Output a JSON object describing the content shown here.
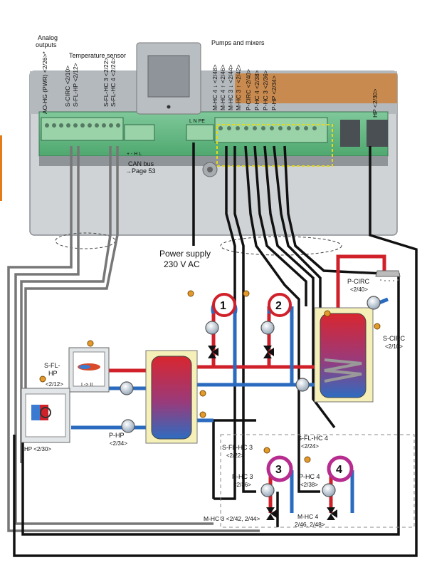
{
  "top_labels": {
    "analog_outputs_line1": "Analog",
    "analog_outputs_line2": "outputs",
    "temperature_sensor": "Temperature sensor",
    "pumps_and_mixers": "Pumps and mixers",
    "can_bus_line1": "CAN bus",
    "can_bus_line2": "→Page 53",
    "power_line1": "Power supply",
    "power_line2": "230 V AC"
  },
  "terminal_strip": {
    "analog": "AO-HG (PWR) <2/26>*",
    "s_circ": "S-CIRC <2/10>",
    "s_fl_hp": "S-FL-HP <2/12>",
    "s_fl_hc3": "S-FL-HC 3 <2/22>",
    "s_fl_hc4": "S-FL-HC 4 <2/24>",
    "can_terms": "+  -  H  L",
    "power_terms": "L  N  PE",
    "pump_terms": [
      "M-HC 4 ↓ <2/48>",
      "M-HC 4 ↑ <2/46>",
      "M-HC 3 ↓ <2/44>",
      "M-HC 3 ↑ <2/42>",
      "P-CIRC <2/40>",
      "P-HC 4 <2/38>",
      "P-HC 3 <2/36>",
      "P-HP <2/34>"
    ],
    "hp_term": "HP <2/30>"
  },
  "circuits": {
    "c1": "1",
    "c2": "2",
    "c3": "3",
    "c4": "4"
  },
  "labels": {
    "p_circ": "P-CIRC",
    "p_circ_code": "<2/40>",
    "s_circ": "S-CIRC",
    "s_circ_code": "<2/10>",
    "s_fl_hp_1": "S-FL-",
    "s_fl_hp_2": "HP",
    "s_fl_hp_code": "<2/12>",
    "boiler": "I -> II",
    "hp": "HP <2/30>",
    "p_hp": "P-HP",
    "p_hp_code": "<2/34>",
    "s_fl_hc3": "S-FL-HC 3",
    "s_fl_hc3_code": "<2/22>",
    "s_fl_hc4": "S-FL-HC 4",
    "s_fl_hc4_code": "<2/24>",
    "p_hc3": "P-HC 3",
    "p_hc3_code": "<2/36>",
    "p_hc4": "P-HC 4",
    "p_hc4_code": "<2/38>",
    "m_hc3": "M-HC 3 <2/42, 2/44>",
    "m_hc4_1": "M-HC 4",
    "m_hc4_2": "2/46, 2/48>"
  }
}
